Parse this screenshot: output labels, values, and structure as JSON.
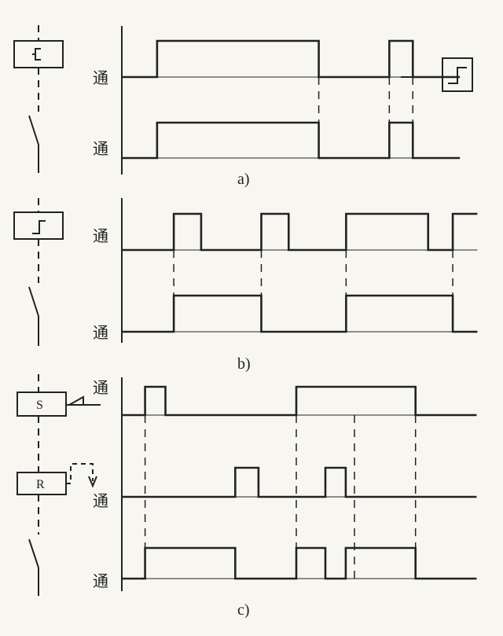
{
  "panels": [
    {
      "caption": "a)",
      "rows": [
        {
          "label": "通",
          "signal": [
            [
              0,
              0
            ],
            [
              12,
              1
            ],
            [
              67,
              0
            ],
            [
              91,
              1
            ],
            [
              99,
              0
            ],
            [
              115,
              0
            ]
          ]
        },
        {
          "label": "通",
          "signal": [
            [
              0,
              0
            ],
            [
              12,
              1
            ],
            [
              67,
              0
            ],
            [
              91,
              1
            ],
            [
              99,
              0
            ],
            [
              115,
              0
            ]
          ]
        }
      ],
      "guides": [
        67,
        91,
        99
      ],
      "relay_symbol": "ondelay-relay-icon",
      "output_symbol": "step-pulse-icon"
    },
    {
      "caption": "b)",
      "rows": [
        {
          "label": "通",
          "signal": [
            [
              0,
              0
            ],
            [
              19,
              1
            ],
            [
              29,
              0
            ],
            [
              51,
              1
            ],
            [
              61,
              0
            ],
            [
              82,
              1
            ],
            [
              112,
              0
            ],
            [
              121,
              1
            ],
            [
              130,
              1
            ]
          ]
        },
        {
          "label": "通",
          "signal": [
            [
              0,
              0
            ],
            [
              19,
              1
            ],
            [
              51,
              0
            ],
            [
              82,
              1
            ],
            [
              121,
              0
            ],
            [
              130,
              0
            ]
          ]
        }
      ],
      "guides": [
        19,
        51,
        82,
        121
      ],
      "relay_symbol": "step-pulse-icon"
    },
    {
      "caption": "c)",
      "rows": [
        {
          "label": "通",
          "signal": [
            [
              0,
              0
            ],
            [
              8,
              1
            ],
            [
              15,
              0
            ],
            [
              60,
              1
            ],
            [
              101,
              0
            ],
            [
              122,
              0
            ]
          ],
          "relay_text": "S"
        },
        {
          "label": "通",
          "signal": [
            [
              0,
              0
            ],
            [
              39,
              1
            ],
            [
              47,
              0
            ],
            [
              70,
              1
            ],
            [
              77,
              0
            ],
            [
              122,
              0
            ]
          ],
          "relay_text": "R"
        },
        {
          "label": "通",
          "signal": [
            [
              0,
              0
            ],
            [
              8,
              1
            ],
            [
              39,
              0
            ],
            [
              60,
              1
            ],
            [
              70,
              0
            ],
            [
              77,
              1
            ],
            [
              101,
              0
            ],
            [
              122,
              0
            ]
          ]
        }
      ],
      "guides": [
        8,
        60,
        80,
        101
      ]
    }
  ]
}
